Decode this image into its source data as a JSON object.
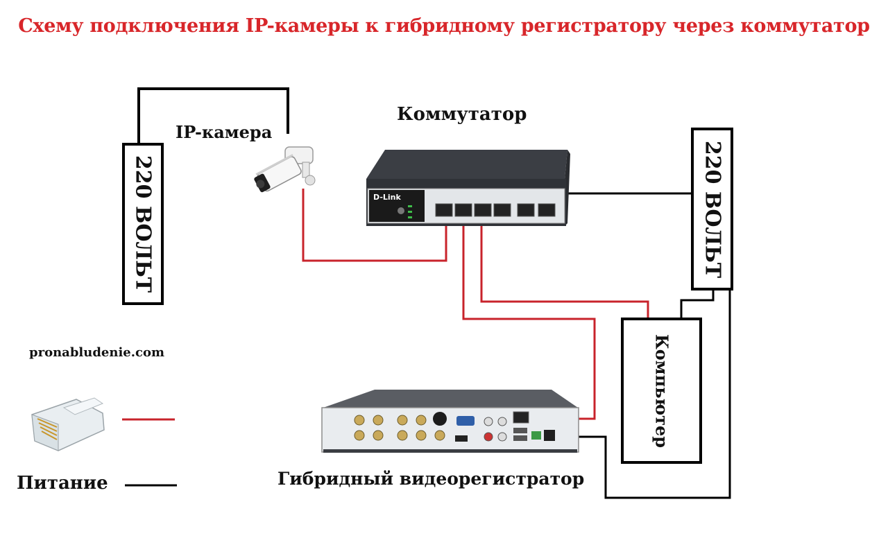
{
  "title": "Схему подключения IP-камеры к гибридному регистратору через коммутатор",
  "labels": {
    "camera": "IP-камера",
    "switch": "Коммутатор",
    "recorder": "Гибридный видеорегистратор",
    "computer": "Компьютер",
    "power_left": "220 ВОЛЬТ",
    "power_right": "220 ВОЛЬТ",
    "website": "pronabludenie.com",
    "legend_power": "Питание"
  },
  "switch_brand": "D-Link",
  "colors": {
    "title": "#d8262a",
    "network_cable": "#c8232b",
    "power_cable": "#000000",
    "device_body": "#3a3d42",
    "device_front": "#e9ecef"
  },
  "legend": [
    {
      "item": "network-cable",
      "color": "#c8232b"
    },
    {
      "item": "power-cable",
      "label": "Питание",
      "color": "#000000"
    }
  ]
}
